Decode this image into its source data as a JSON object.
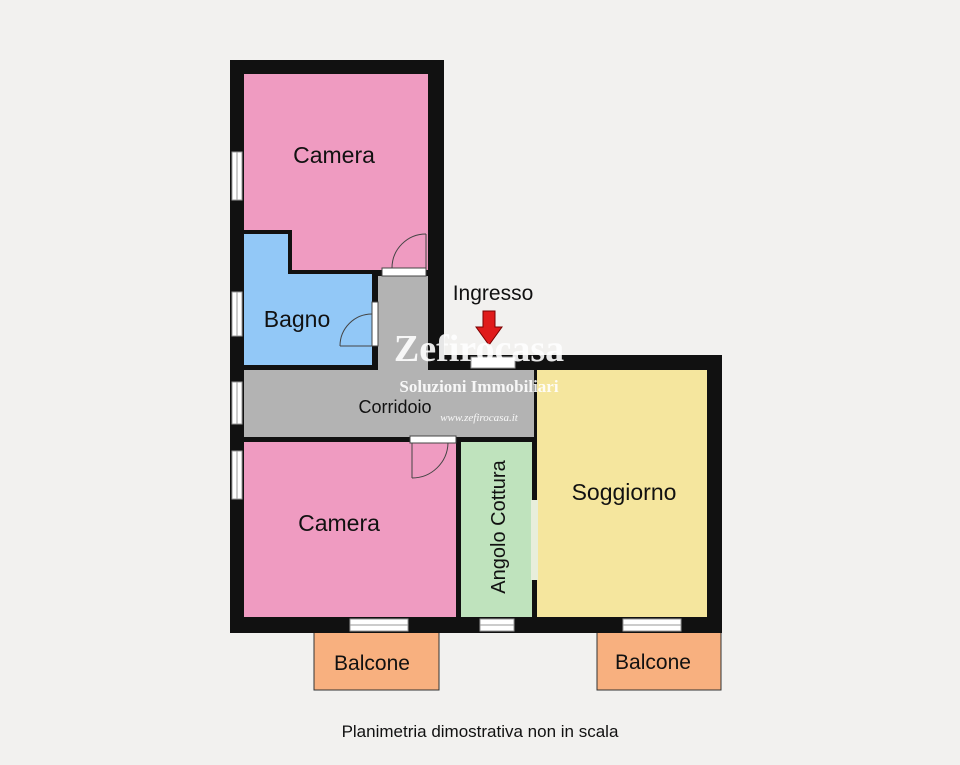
{
  "rooms": {
    "camera_top": "Camera",
    "bagno": "Bagno",
    "corridoio": "Corridoio",
    "camera_bottom": "Camera",
    "angolo_cottura": "Angolo Cottura",
    "soggiorno": "Soggiorno",
    "balcone_left": "Balcone",
    "balcone_right": "Balcone"
  },
  "entrance": {
    "label": "Ingresso"
  },
  "watermark": {
    "brand": "Zefirocasa",
    "tagline": "Soluzioni Immobiliari",
    "url": "www.zefirocasa.it"
  },
  "caption": "Planimetria dimostrativa non in scala",
  "colors": {
    "background": "#f2f1ef",
    "wall": "#111111",
    "camera": "#ef9bc1",
    "bagno": "#92c8f7",
    "corridoio": "#b3b3b3",
    "angolo_cottura": "#bfe3bd",
    "soggiorno": "#f5e69e",
    "balcone": "#f8b07f",
    "arrow": "#e01b1b"
  }
}
